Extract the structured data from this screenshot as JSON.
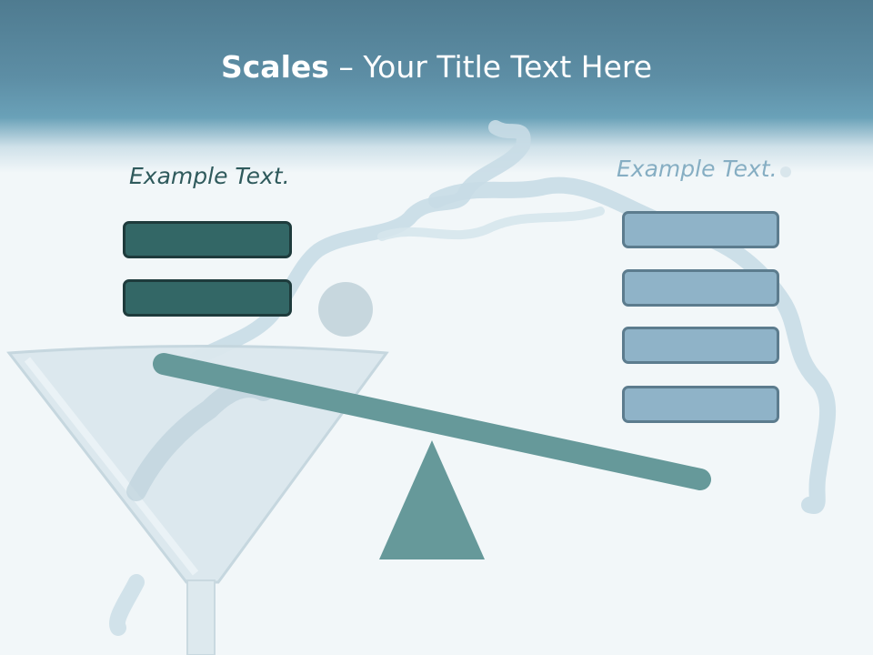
{
  "title": {
    "bold": "Scales",
    "rest": " – Your Title Text Here"
  },
  "left_panel": {
    "caption": "Example Text.",
    "boxes": 2
  },
  "right_panel": {
    "caption": "Example Text.",
    "boxes": 4
  },
  "colors": {
    "header": "#5d8ea5",
    "dark_box": "#336766",
    "light_box": "#8fb3c8",
    "beam": "#66999a",
    "fulcrum": "#66999a"
  }
}
